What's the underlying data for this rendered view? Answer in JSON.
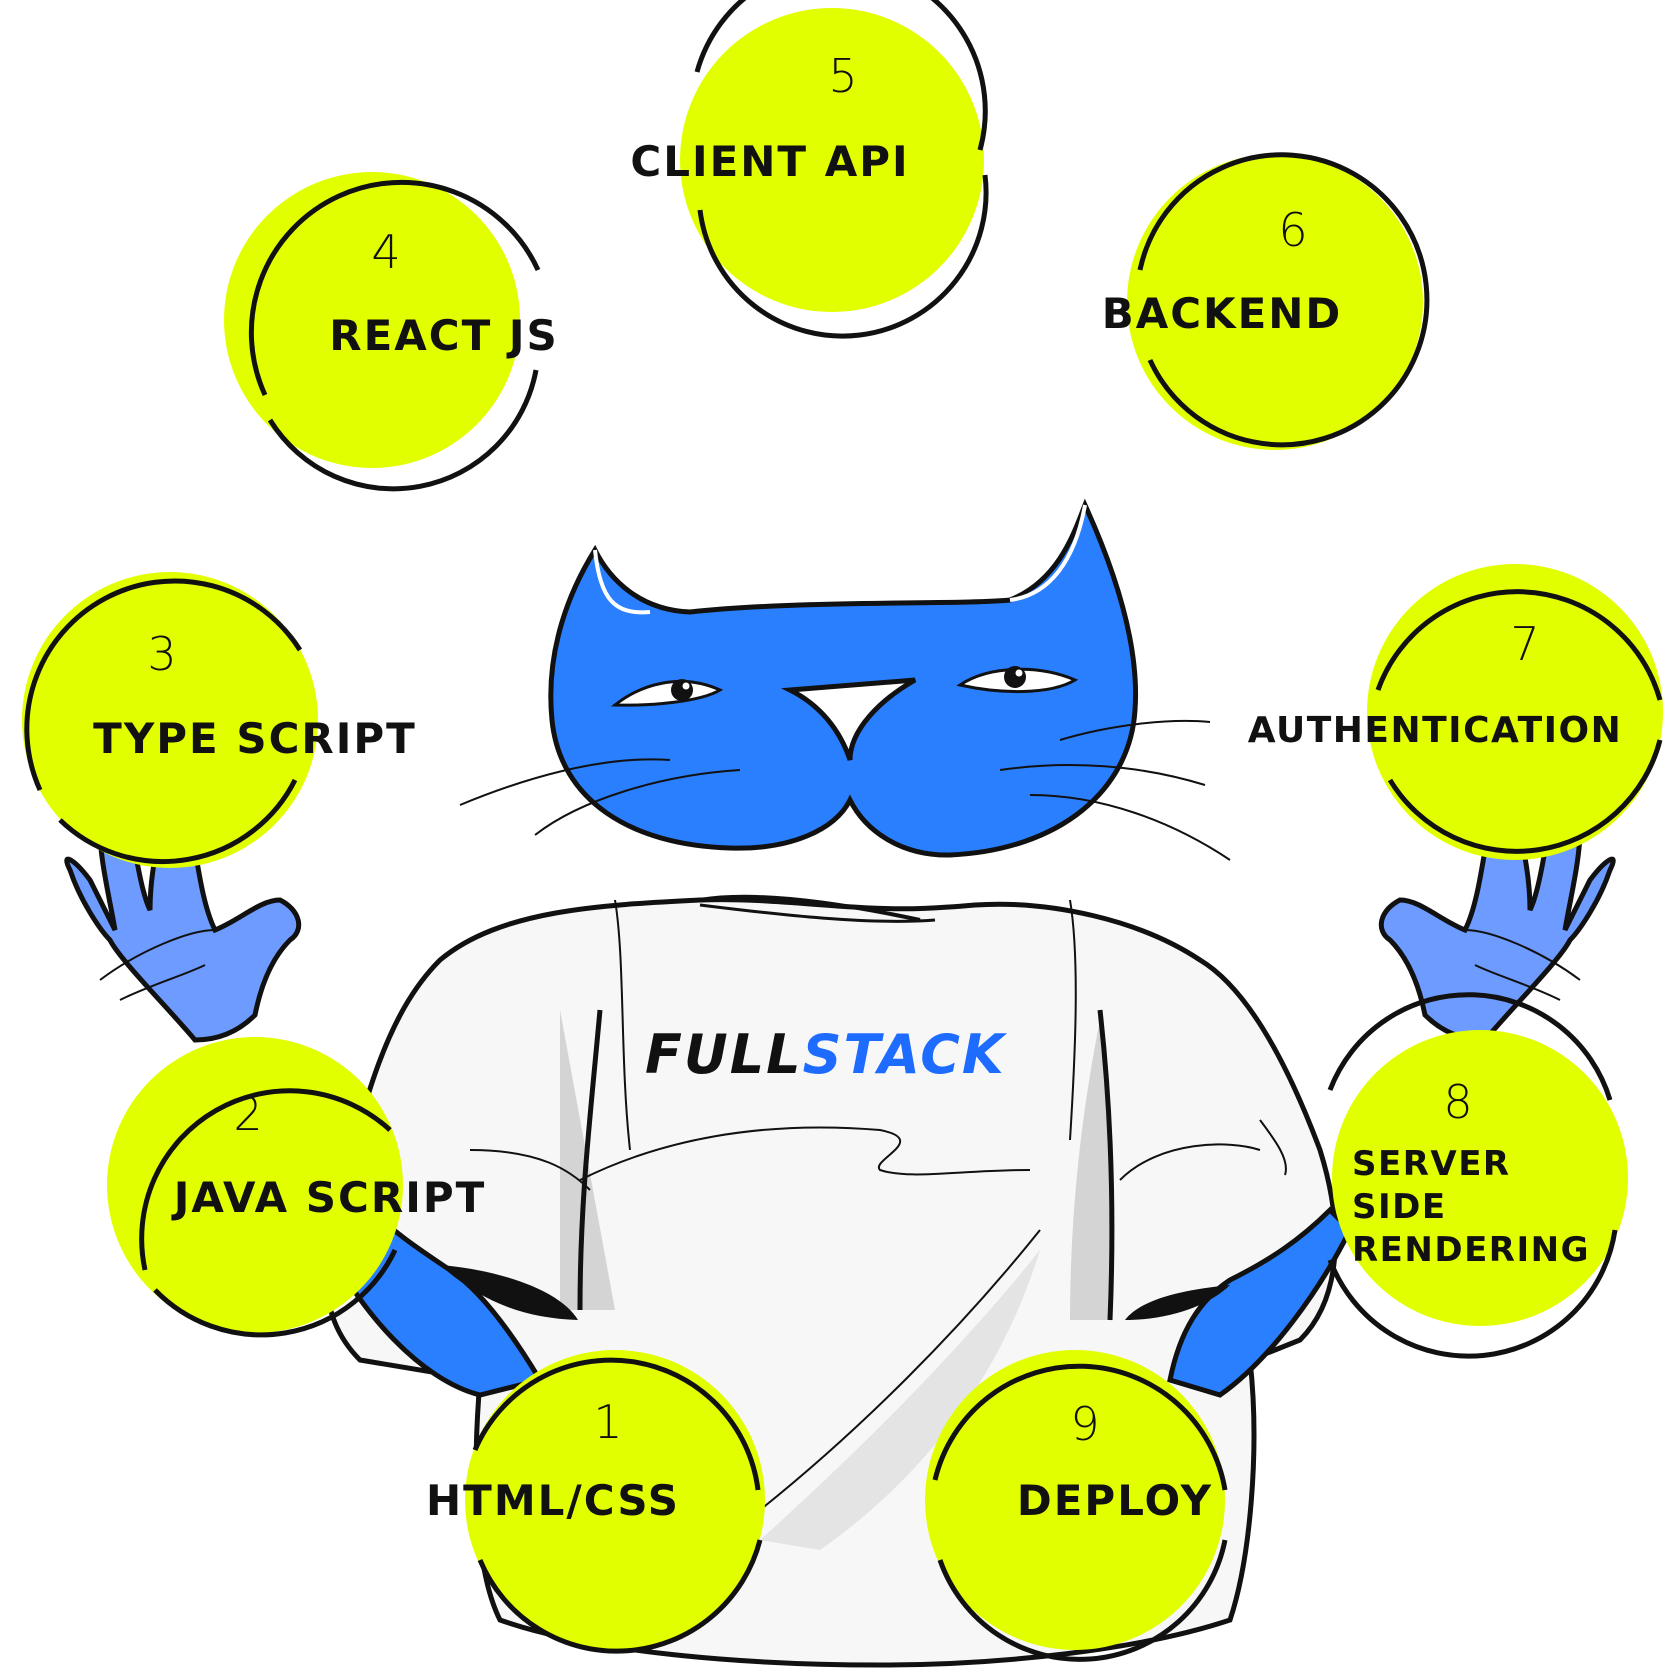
{
  "colors": {
    "accent": "#e2ff00",
    "cat_blue": "#2a7fff",
    "glove_blue": "#6d9bff",
    "outline": "#111111",
    "shirt": "#f7f7f7",
    "shirt_shadow": "#d4d4d4",
    "brand_dark": "#111111",
    "brand_blue": "#1e6bff"
  },
  "shirt_logo": {
    "part1": "FULL",
    "part2": "STACK"
  },
  "steps": [
    {
      "number": "1",
      "label": [
        "HTML/CSS"
      ]
    },
    {
      "number": "2",
      "label": [
        "JAVA SCRIPT"
      ]
    },
    {
      "number": "3",
      "label": [
        "TYPE SCRIPT"
      ]
    },
    {
      "number": "4",
      "label": [
        "REACT JS"
      ]
    },
    {
      "number": "5",
      "label": [
        "CLIENT API"
      ]
    },
    {
      "number": "6",
      "label": [
        "BACKEND"
      ]
    },
    {
      "number": "7",
      "label": [
        "AUTHENTICATION"
      ]
    },
    {
      "number": "8",
      "label": [
        "SERVER",
        "SIDE",
        "RENDERING"
      ]
    },
    {
      "number": "9",
      "label": [
        "DEPLOY"
      ]
    }
  ]
}
